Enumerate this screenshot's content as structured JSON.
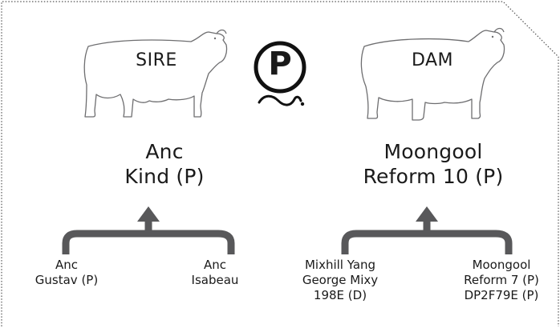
{
  "sire": {
    "animal_label": "SIRE",
    "name_line1": "Anc",
    "name_line2": "Kind (P)",
    "parents": [
      {
        "lines": [
          "Anc",
          "Gustav (P)"
        ]
      },
      {
        "lines": [
          "Anc",
          "Isabeau"
        ]
      }
    ]
  },
  "dam": {
    "animal_label": "DAM",
    "name_line1": "Moongool",
    "name_line2": "Reform 10 (P)",
    "parents": [
      {
        "lines": [
          "Mixhill Yang",
          "George Mixy",
          "198E (D)"
        ]
      },
      {
        "lines": [
          "Moongool",
          "Reform 7 (P)",
          "DP2F79E (P)"
        ]
      }
    ]
  },
  "center_logo": {
    "letter": "P",
    "icon": "poll-p-logo-icon"
  },
  "colors": {
    "arrow": "#58585a",
    "outline": "#6e6e70",
    "text": "#1a1a1a"
  }
}
